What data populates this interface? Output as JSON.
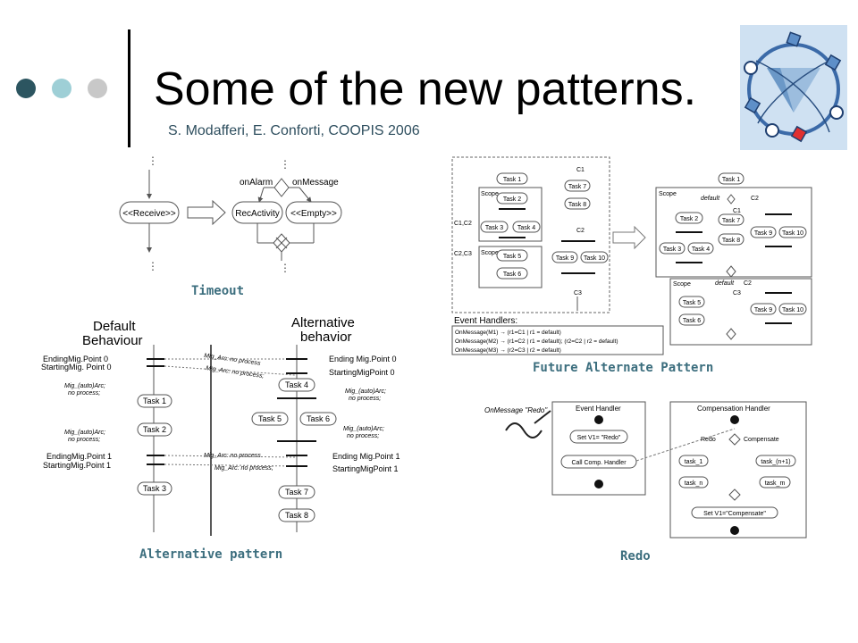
{
  "slide": {
    "title": "Some of the new patterns.",
    "subtitle": "S. Modafferi, E. Conforti, COOPIS 2006",
    "accent_colors": [
      "#2c5560",
      "#9ecfd6",
      "#c8c8c8"
    ]
  },
  "logo": {
    "name": "diamond-network-logo"
  },
  "timeout": {
    "caption": "Timeout",
    "receive": "<<Receive>>",
    "on_alarm": "onAlarm",
    "on_message": "onMessage",
    "rec_activity": "RecActivity",
    "empty": "<<Empty>>"
  },
  "future": {
    "caption": "Future Alternate Pattern",
    "task1": "Task 1",
    "task2": "Task 2",
    "task3": "Task 3",
    "task4": "Task 4",
    "task5": "Task 5",
    "task6": "Task 6",
    "task7": "Task 7",
    "task8": "Task 8",
    "task9": "Task 9",
    "task10": "Task 10",
    "scope": "Scope",
    "c1": "C1",
    "c2": "C2",
    "c3": "C3",
    "c1c2": "C1,C2",
    "c2c3": "C2,C3",
    "default": "default",
    "event_handlers": "Event Handlers:",
    "eh1": "OnMessage(M1) → (r1=C1 | r1 = default)",
    "eh2": "OnMessage(M2) → (r1=C2 | r1 = default); (r2=C2 | r2 = default)",
    "eh3": "OnMessage(M3) → (r2=C3 | r2 = default)"
  },
  "alternative": {
    "caption": "Alternative pattern",
    "default_behaviour": [
      "Default",
      "Behaviour"
    ],
    "alternative_behavior": [
      "Alternative",
      "behavior"
    ],
    "ending_left0": "EndingMig.Point 0",
    "starting_left0": "StartingMig. Point 0",
    "ending_right0": "Ending Mig.Point 0",
    "starting_right0": "StartingMigPoint 0",
    "ending_left1": "EndingMig.Point 1",
    "starting_left1": "StartingMig.Point 1",
    "ending_right1": "Ending Mig.Point 1",
    "starting_right1": "StartingMigPoint 1",
    "mig_arc1": "Mig_Arc: no process",
    "mig_arc2": "Mig_Arc: no process;",
    "mig_arc3": "Mig_Arc: no process",
    "mig_arc4": "Mig_Arc: no process;",
    "auto_arc": [
      "Mig_(auto)Arc;",
      "no process;"
    ],
    "auto_arc_r": [
      "Mig_(auto)Arc;",
      "no process;"
    ],
    "task1": "Task 1",
    "task2": "Task 2",
    "task3": "Task 3",
    "task4": "Task 4",
    "task5": "Task 5",
    "task6": "Task 6",
    "task7": "Task 7",
    "task8": "Task 8"
  },
  "redo": {
    "caption": "Redo",
    "on_message": "OnMessage \"Redo\"",
    "event_handler": "Event Handler",
    "set_redo": "Set V1= \"Redo\"",
    "call_comp": "Call Comp. Handler",
    "compensation_handler": "Compensation Handler",
    "redo_label": "Redo",
    "compensate_label": "Compensate",
    "task_1": "task_1",
    "task_n": "task_n",
    "task_n1": "task_(n+1)",
    "task_m": "task_m",
    "set_compensate": "Set V1=\"Compensate\""
  }
}
